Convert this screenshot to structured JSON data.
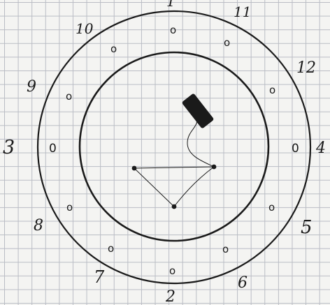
{
  "diagram": {
    "ring_labels": {
      "top": "1",
      "p11": "11",
      "p10": "10",
      "p12": "12",
      "p9": "9",
      "left": "3",
      "right": "4",
      "p8": "8",
      "p5": "5",
      "p7": "7",
      "p6": "6",
      "bottom": "2"
    },
    "hole_marks": {
      "h1": "o",
      "h2": "o",
      "h3": "o",
      "h4": "o",
      "h5": "o",
      "h6": "o",
      "h7": "0",
      "h8": "0",
      "h9": "o",
      "h10": "o",
      "h11": "o",
      "h12": "o"
    },
    "ink_color": "#1a1a1a",
    "paper_color": "#f4f4f2",
    "grid_color": "#b9bcc4"
  }
}
